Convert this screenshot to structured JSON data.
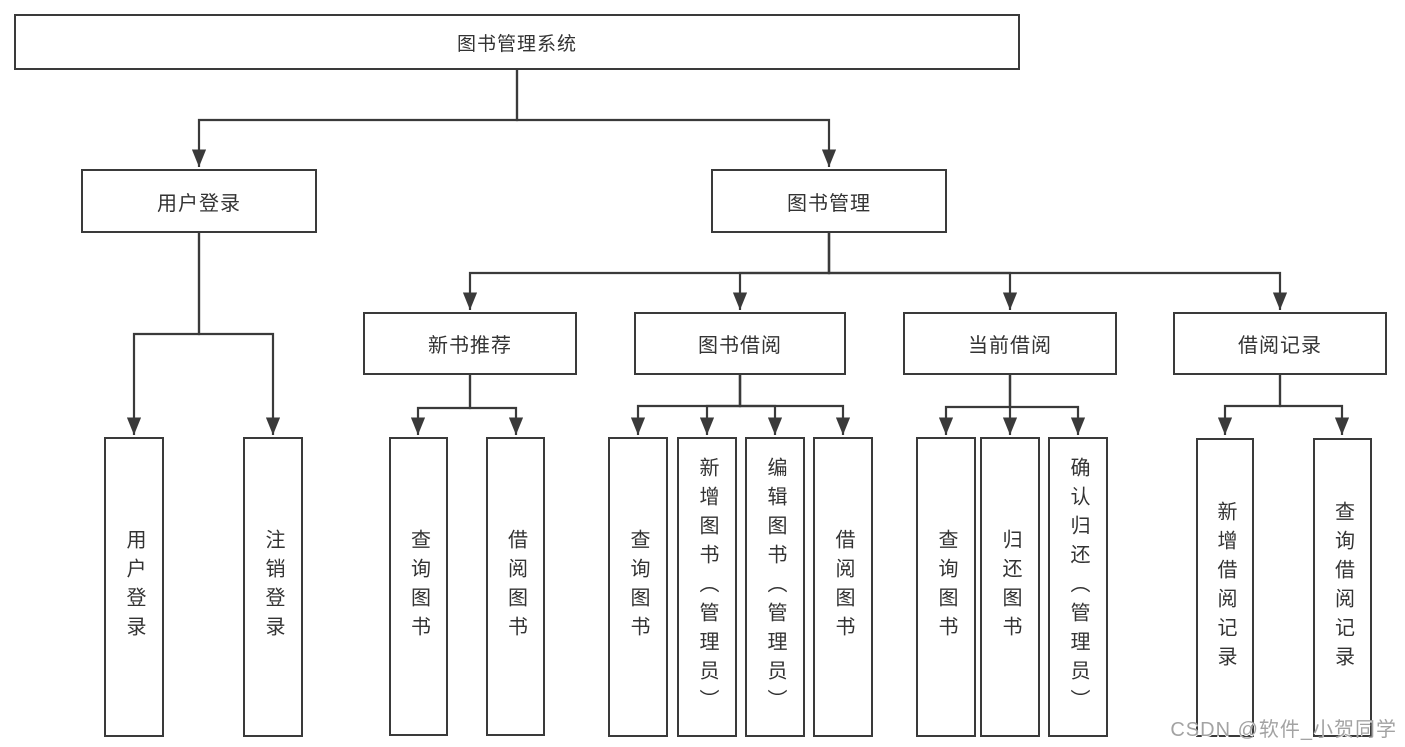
{
  "colors": {
    "line": "#3a3a3a",
    "box_border": "#3a3a3a",
    "text": "#333333",
    "watermark": "#a3a3a3",
    "background": "#ffffff"
  },
  "tree": {
    "root": {
      "label": "图书管理系统"
    },
    "branches": {
      "user_login": {
        "label": "用户登录",
        "children": [
          {
            "label": "用户登录"
          },
          {
            "label": "注销登录"
          }
        ]
      },
      "book_mgmt": {
        "label": "图书管理",
        "children": {
          "new_book": {
            "label": "新书推荐",
            "children": [
              {
                "label": "查询图书"
              },
              {
                "label": "借阅图书"
              }
            ]
          },
          "book_borrow": {
            "label": "图书借阅",
            "children": [
              {
                "label": "查询图书"
              },
              {
                "label": "新增图书（管理员）"
              },
              {
                "label": "编辑图书（管理员）"
              },
              {
                "label": "借阅图书"
              }
            ]
          },
          "current_borrow": {
            "label": "当前借阅",
            "children": [
              {
                "label": "查询图书"
              },
              {
                "label": "归还图书"
              },
              {
                "label": "确认归还（管理员）"
              }
            ]
          },
          "borrow_record": {
            "label": "借阅记录",
            "children": [
              {
                "label": "新增借阅记录"
              },
              {
                "label": "查询借阅记录"
              }
            ]
          }
        }
      }
    }
  },
  "watermark": {
    "text": "CSDN @软件_小贺同学"
  }
}
